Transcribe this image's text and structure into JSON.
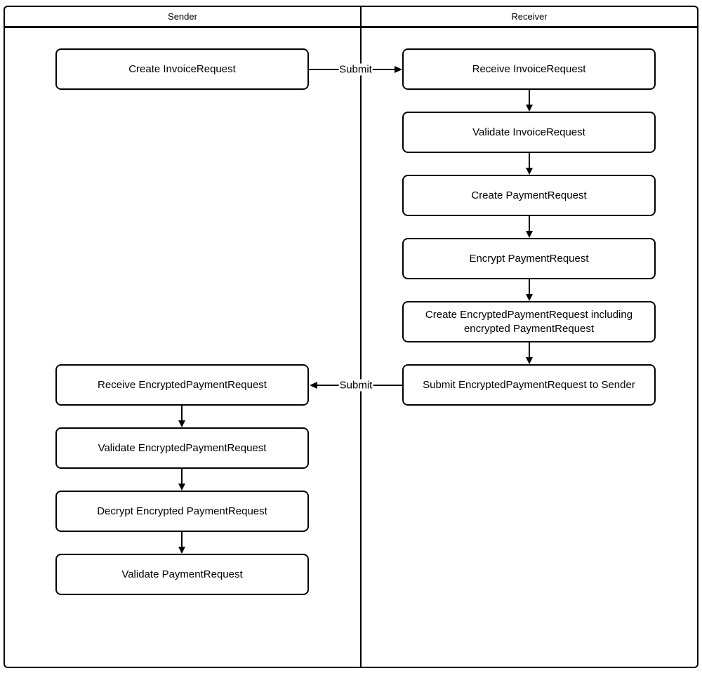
{
  "diagram": {
    "type": "flowchart-swimlane",
    "colors": {
      "line": "#000000",
      "node_fill": "#ffffff",
      "background": "#ffffff"
    },
    "lanes": {
      "sender": {
        "title": "Sender",
        "nodes": [
          {
            "id": "s1",
            "label": "Create InvoiceRequest"
          },
          {
            "id": "s2",
            "label": "Receive EncryptedPaymentRequest"
          },
          {
            "id": "s3",
            "label": "Validate EncryptedPaymentRequest"
          },
          {
            "id": "s4",
            "label": "Decrypt Encrypted PaymentRequest"
          },
          {
            "id": "s5",
            "label": "Validate PaymentRequest"
          }
        ]
      },
      "receiver": {
        "title": "Receiver",
        "nodes": [
          {
            "id": "r1",
            "label": "Receive InvoiceRequest"
          },
          {
            "id": "r2",
            "label": "Validate InvoiceRequest"
          },
          {
            "id": "r3",
            "label": "Create PaymentRequest"
          },
          {
            "id": "r4",
            "label": "Encrypt PaymentRequest"
          },
          {
            "id": "r5",
            "label": "Create EncryptedPaymentRequest including encrypted PaymentRequest"
          },
          {
            "id": "r6",
            "label": "Submit EncryptedPaymentRequest to Sender"
          }
        ]
      }
    },
    "edges": {
      "submit_invoice": {
        "from": "s1",
        "to": "r1",
        "label": "Submit"
      },
      "r1_r2": {
        "from": "r1",
        "to": "r2",
        "label": ""
      },
      "r2_r3": {
        "from": "r2",
        "to": "r3",
        "label": ""
      },
      "r3_r4": {
        "from": "r3",
        "to": "r4",
        "label": ""
      },
      "r4_r5": {
        "from": "r4",
        "to": "r5",
        "label": ""
      },
      "r5_r6": {
        "from": "r5",
        "to": "r6",
        "label": ""
      },
      "submit_encrypted": {
        "from": "r6",
        "to": "s2",
        "label": "Submit"
      },
      "s2_s3": {
        "from": "s2",
        "to": "s3",
        "label": ""
      },
      "s3_s4": {
        "from": "s3",
        "to": "s4",
        "label": ""
      },
      "s4_s5": {
        "from": "s4",
        "to": "s5",
        "label": ""
      }
    }
  }
}
